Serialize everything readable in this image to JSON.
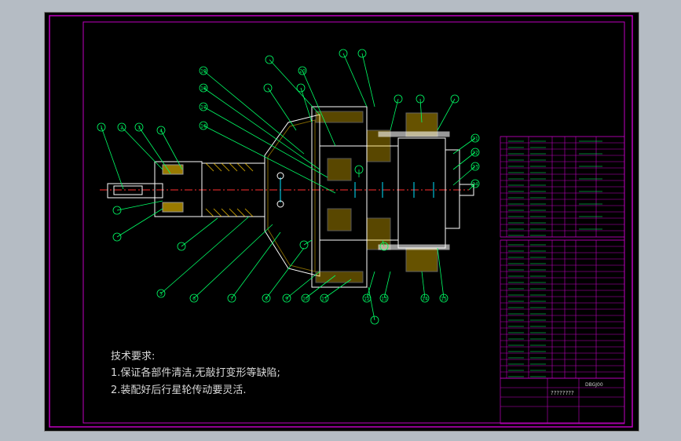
{
  "drawing": {
    "tech_requirements": {
      "title": "技术要求:",
      "items": [
        "1.保证各部件清洁,无敲打变形等缺陷;",
        "2.装配好后行星轮传动要灵活."
      ]
    },
    "balloons_left_bottom": [
      "1",
      "2",
      "3",
      "4",
      "5",
      "6",
      "7",
      "8",
      "9",
      "10",
      "11",
      "12",
      "13",
      "14",
      "15"
    ],
    "balloons_top": [
      "19",
      "18",
      "17",
      "16",
      "20",
      "21",
      "22",
      "23",
      "24"
    ],
    "title_block": {
      "unknown_mark": "????????",
      "code": "DBGJ00"
    }
  },
  "colors": {
    "background": "#000000",
    "frame": "#c000c0",
    "outline": "#ffffff",
    "hatch": "#ffcc00",
    "leader": "#00ff66",
    "center": "#ff3030",
    "cyan": "#00e5ff",
    "table_text": "#00ff66"
  }
}
